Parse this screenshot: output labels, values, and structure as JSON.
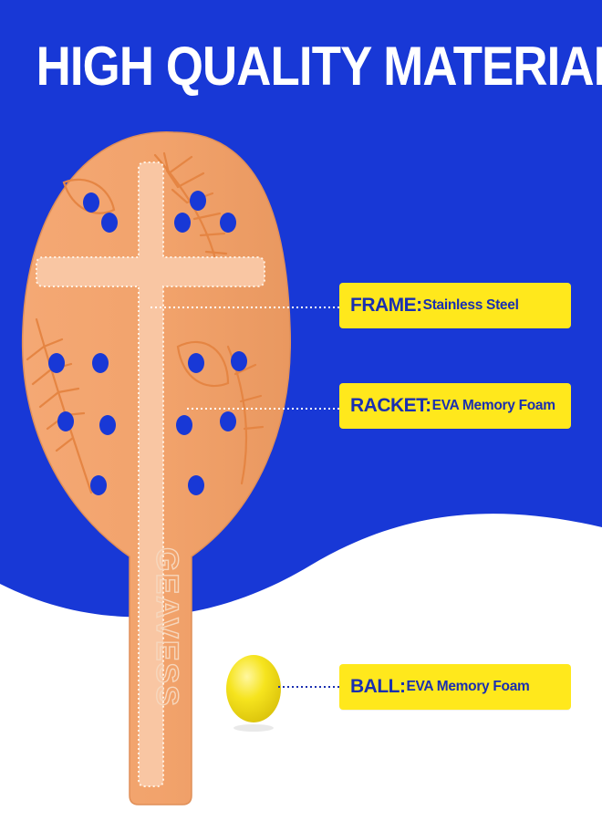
{
  "headline": "HIGH QUALITY MATERIAL",
  "brand_mark": "GEAVESS",
  "callouts": [
    {
      "key": "FRAME:",
      "value": "Stainless Steel"
    },
    {
      "key": "RACKET:",
      "value": "EVA Memory Foam"
    },
    {
      "key": "BALL:",
      "value": "EVA Memory Foam"
    }
  ],
  "colors": {
    "background_blue": "#1838d6",
    "background_white": "#ffffff",
    "racket_orange": "#ee9d66",
    "frame_peach": "#f9c6a3",
    "leaf_orange": "#e88a49",
    "callout_yellow": "#ffe81c",
    "callout_text": "#1a2fb0",
    "ball_yellow": "#f5e11a"
  }
}
